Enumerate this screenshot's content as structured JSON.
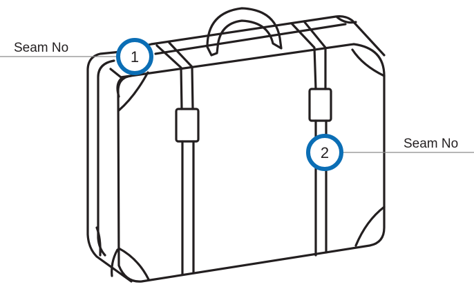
{
  "callouts": [
    {
      "number": "1",
      "label": "Seam No"
    },
    {
      "number": "2",
      "label": "Seam No"
    }
  ],
  "colors": {
    "accent": "#0b6eb5",
    "outline": "#231f20",
    "leader": "#8a8a8a"
  }
}
